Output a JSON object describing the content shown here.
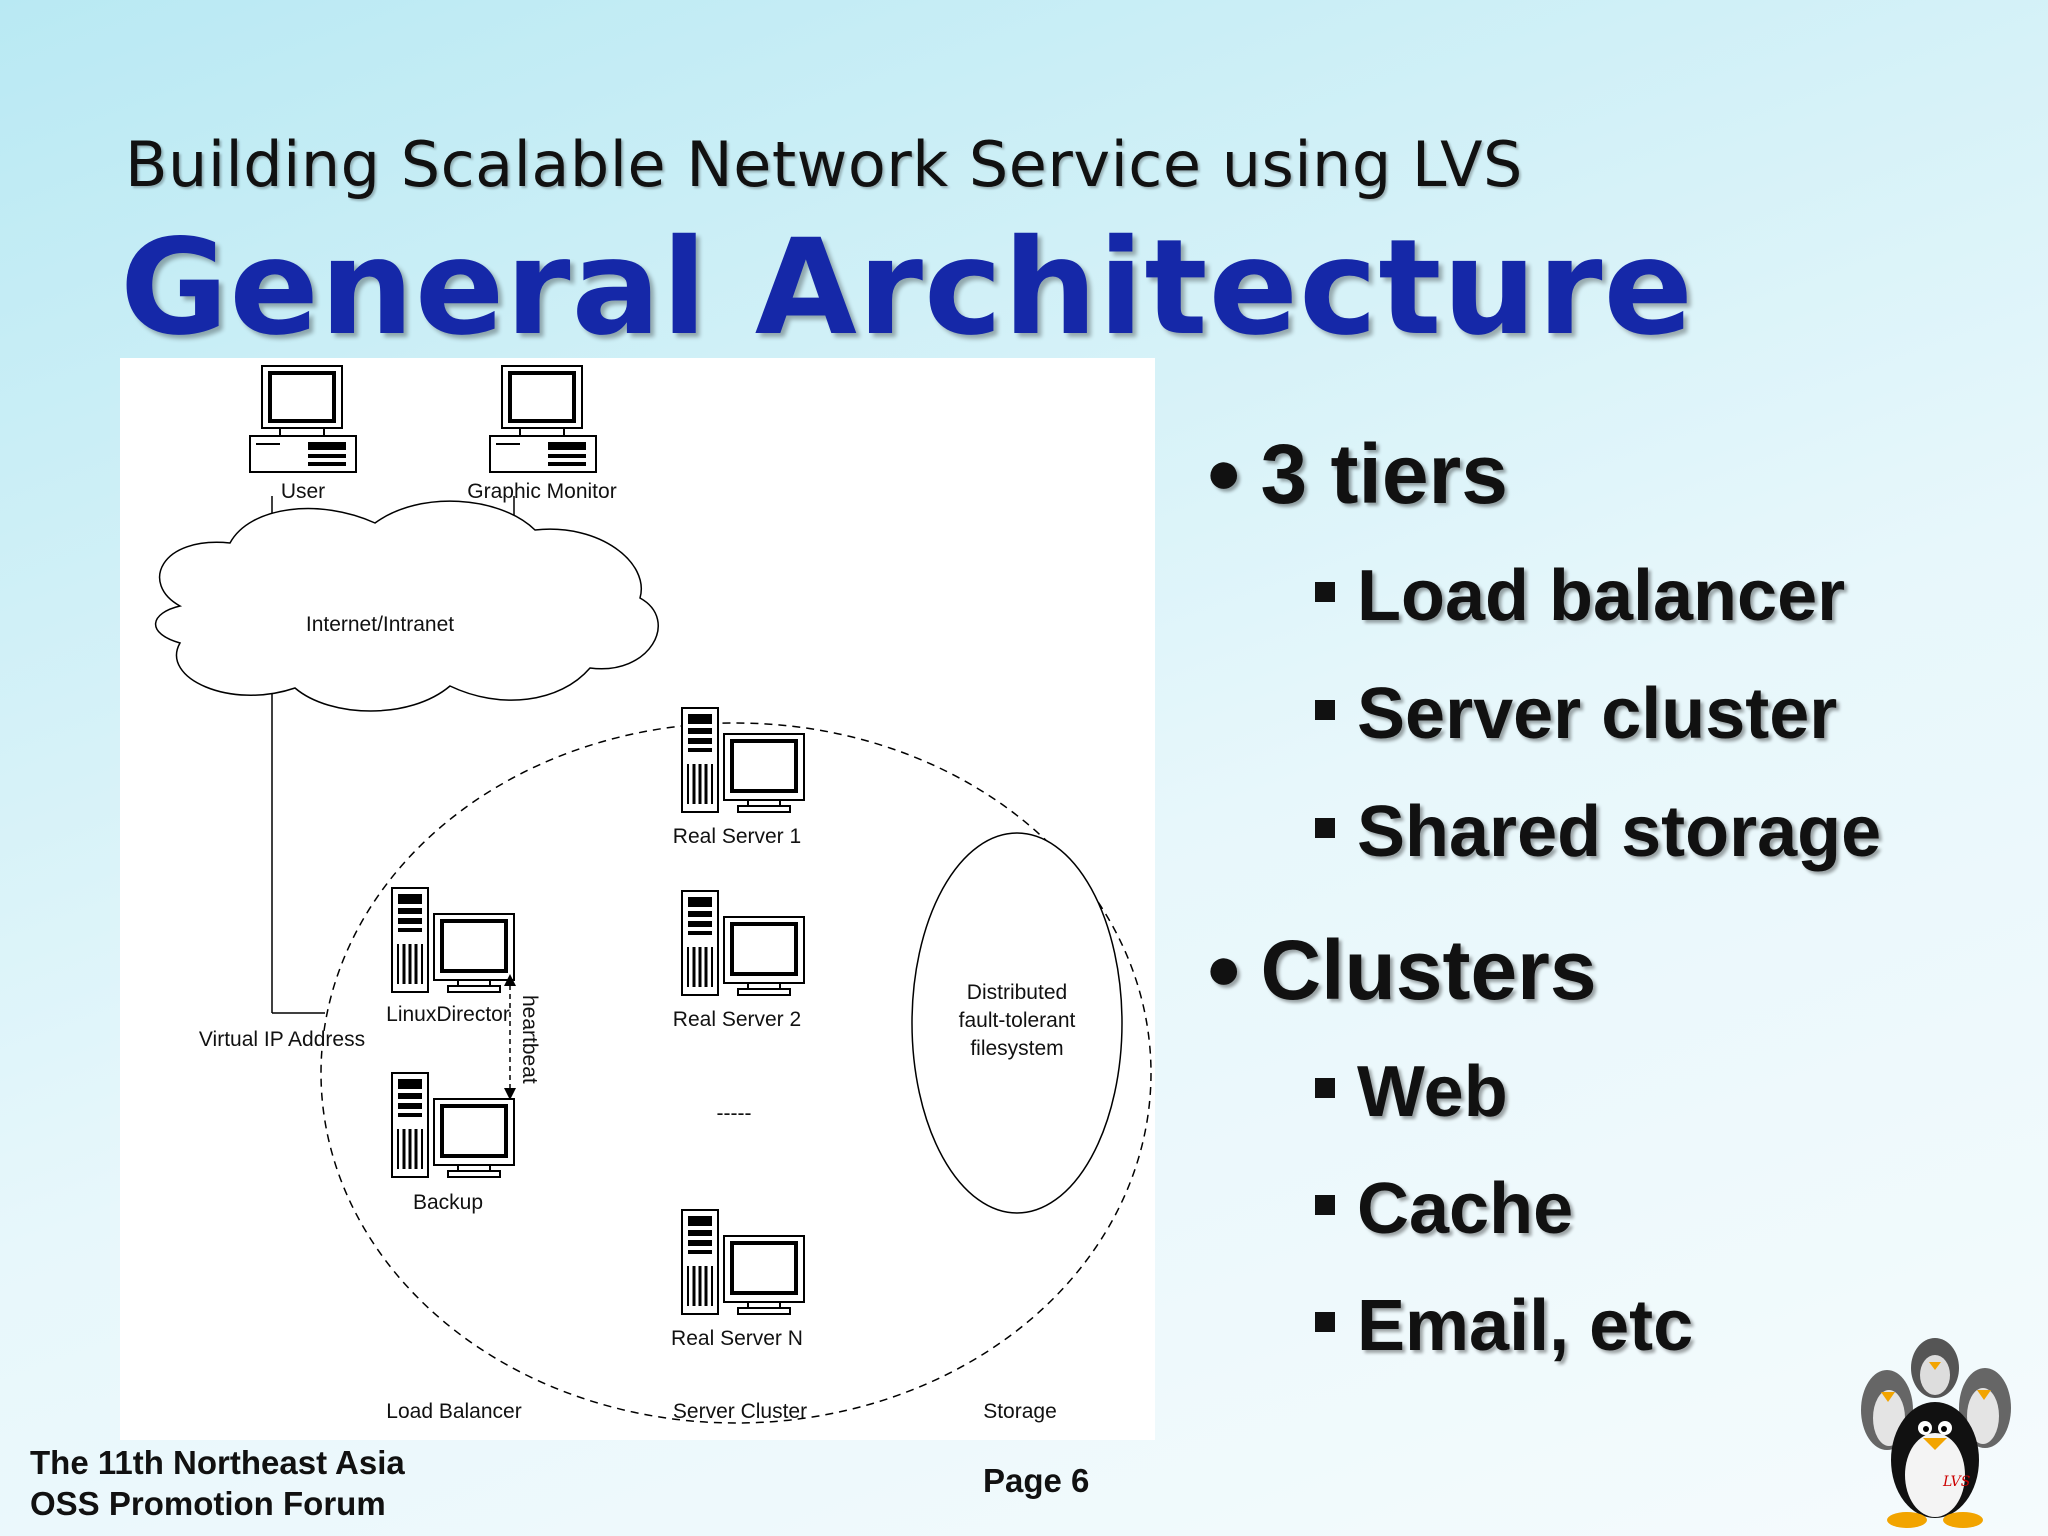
{
  "slide": {
    "subtitle": "Building Scalable Network Service using LVS",
    "title": "General Architecture"
  },
  "diagram": {
    "nodes": {
      "user": "User",
      "graphic_monitor": "Graphic Monitor",
      "internet": "Internet/Intranet",
      "real_server_1": "Real Server 1",
      "real_server_2": "Real Server 2",
      "real_server_n": "Real Server N",
      "linux_director": "LinuxDirector",
      "backup": "Backup",
      "virtual_ip": "Virtual IP Address",
      "heartbeat": "heartbeat",
      "ellipsis": "-----",
      "storage_line1": "Distributed",
      "storage_line2": "fault-tolerant",
      "storage_line3": "filesystem"
    },
    "tiers": [
      "Load Balancer",
      "Server Cluster",
      "Storage"
    ]
  },
  "bullets": [
    {
      "text": "3 tiers",
      "sub": [
        "Load balancer",
        "Server cluster",
        "Shared storage"
      ]
    },
    {
      "text": "Clusters",
      "sub": [
        "Web",
        "Cache",
        "Email, etc"
      ]
    }
  ],
  "footer": {
    "line1": "The 11th Northeast Asia",
    "line2": "OSS Promotion Forum",
    "page": "Page 6"
  },
  "logo": {
    "text": "LVS"
  }
}
